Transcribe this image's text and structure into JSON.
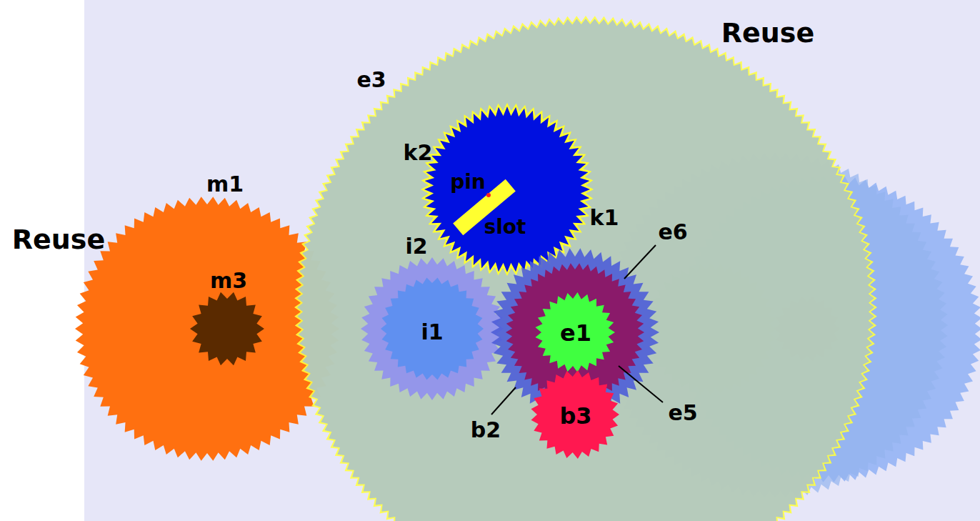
{
  "diagram": {
    "labels": [
      "Reuse",
      "e3",
      "k2",
      "m1",
      "pin",
      "Reuse",
      "slot",
      "k1",
      "e6",
      "i2",
      "m3",
      "i1",
      "e1",
      "e5",
      "b2",
      "b3"
    ]
  }
}
